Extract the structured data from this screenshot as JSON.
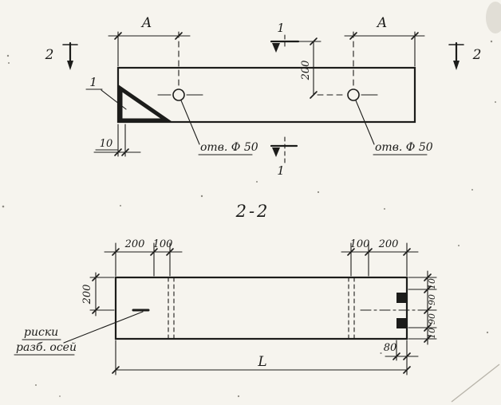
{
  "colors": {
    "paper": "#f6f4ee",
    "ink": "#1c1c1a"
  },
  "top_view": {
    "dim_a_left": "A",
    "dim_a_right": "A",
    "section_mark_top": "1",
    "section_mark_bottom": "1",
    "section_mark_left": "2",
    "section_mark_right": "2",
    "dim_200": "200",
    "detail_callout": "1",
    "hole_label_left": "отв. Ф 50",
    "hole_label_right": "отв. Ф 50",
    "dim_10": "10"
  },
  "section_view": {
    "title": "2-2",
    "dim_top_left_200": "200",
    "dim_top_left_100": "100",
    "dim_top_right_100": "100",
    "dim_top_right_200": "200",
    "dim_left_200": "200",
    "axes_note_line1": "риски",
    "axes_note_line2": "разб. осей",
    "dim_right_10_top": "10",
    "dim_right_90_top": "90",
    "dim_right_90_bottom": "90",
    "dim_right_10_bottom": "10",
    "dim_80": "80",
    "dim_length": "L"
  }
}
